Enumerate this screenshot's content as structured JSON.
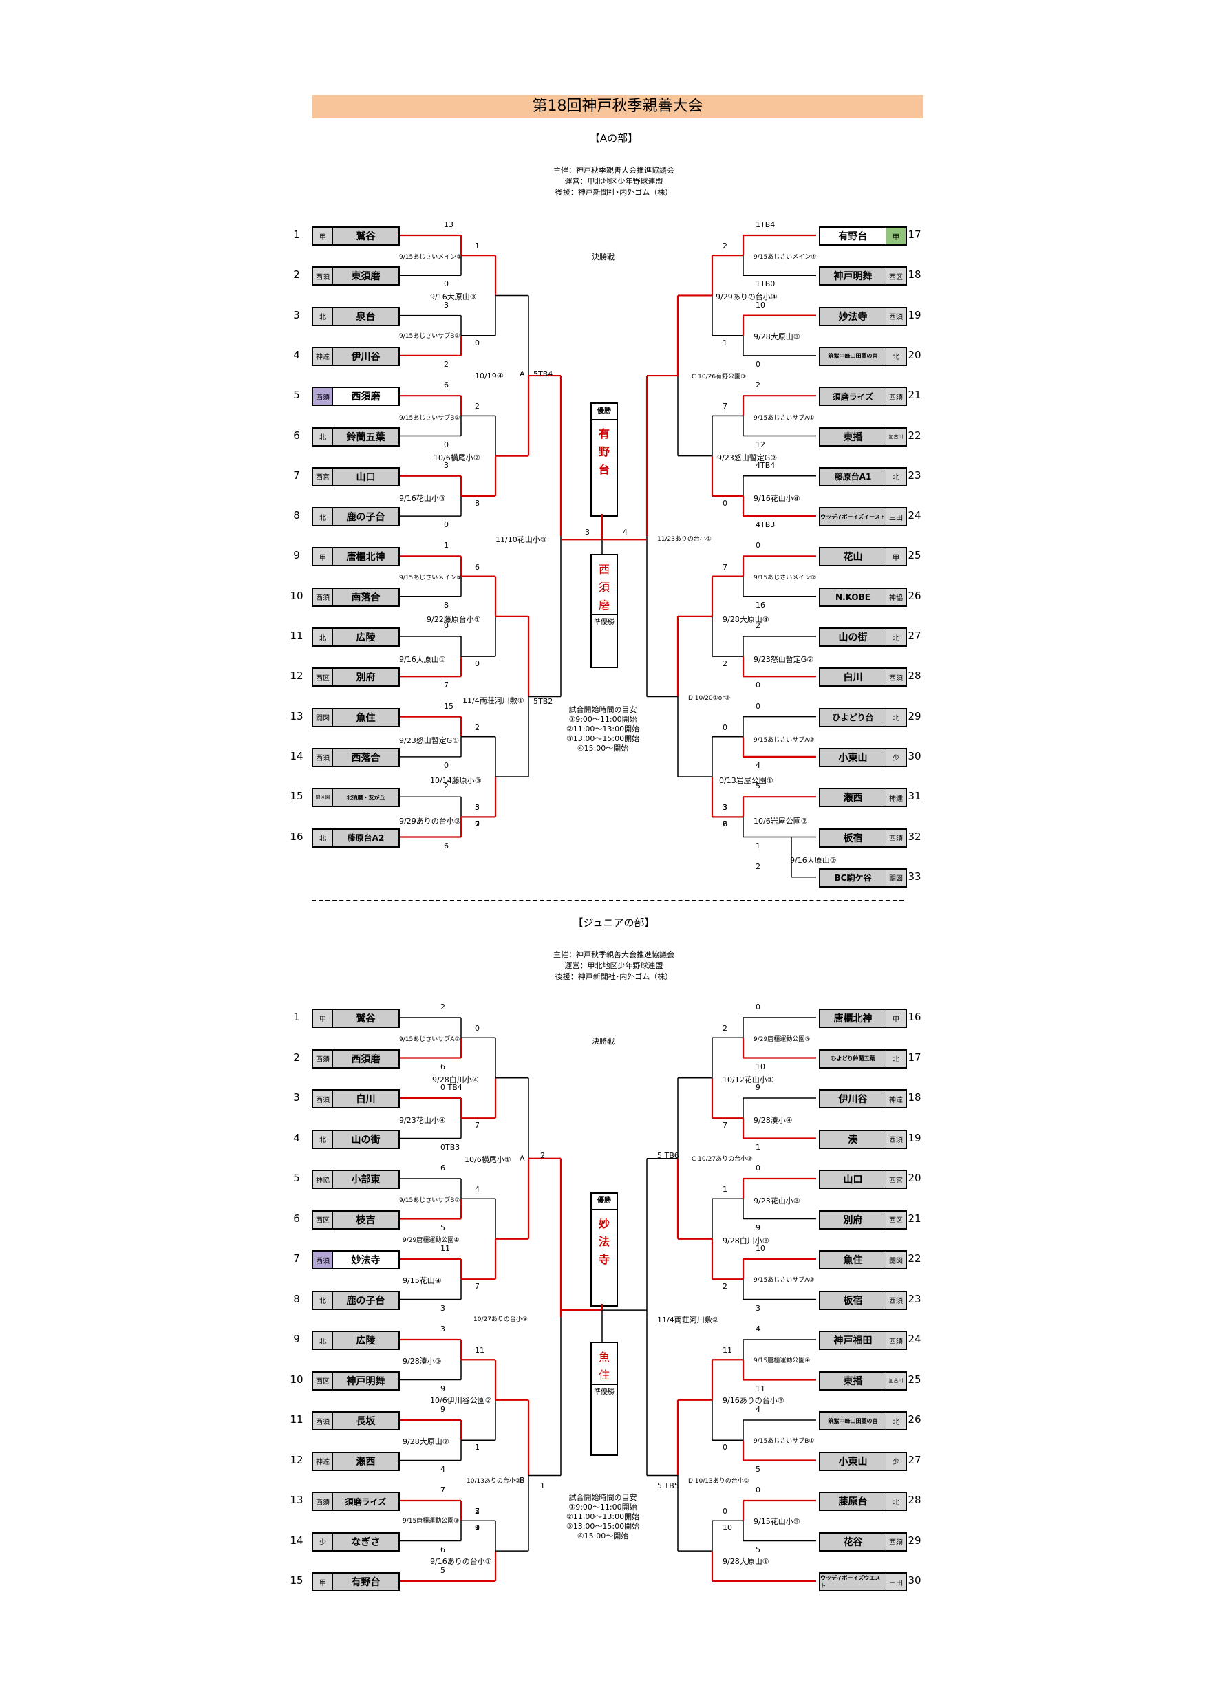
{
  "title": "第18回神戸秋季親善大会",
  "orgs": [
    "主催：神戸秋季親善大会推進協議会",
    "運営：甲北地区少年野球連盟",
    "後援：神戸新聞社･内外ゴム（株）"
  ],
  "final_label": "決勝戦",
  "start_times": [
    "試合開始時間の目安",
    "①9:00～11:00開始",
    "②11:00～13:00開始",
    "③13:00～15:00開始",
    "④15:00～開始"
  ],
  "champion_header": "優勝",
  "runnerup_footer": "準優勝",
  "a": {
    "title": "【Aの部】",
    "champion": "有野台",
    "runnerup": "西須磨",
    "left": [
      {
        "seed": "1",
        "reg": "甲",
        "name": "鷲谷"
      },
      {
        "seed": "2",
        "reg": "西須",
        "name": "東須磨"
      },
      {
        "seed": "3",
        "reg": "北",
        "name": "泉台"
      },
      {
        "seed": "4",
        "reg": "神達",
        "name": "伊川谷"
      },
      {
        "seed": "5",
        "reg": "西須",
        "name": "西須磨"
      },
      {
        "seed": "6",
        "reg": "北",
        "name": "鈴蘭五葉"
      },
      {
        "seed": "7",
        "reg": "西宮",
        "name": "山口"
      },
      {
        "seed": "8",
        "reg": "北",
        "name": "鹿の子台"
      },
      {
        "seed": "9",
        "reg": "甲",
        "name": "唐櫃北神"
      },
      {
        "seed": "10",
        "reg": "西須",
        "name": "南落合"
      },
      {
        "seed": "11",
        "reg": "北",
        "name": "広陵"
      },
      {
        "seed": "12",
        "reg": "西区",
        "name": "別府"
      },
      {
        "seed": "13",
        "reg": "闘図",
        "name": "魚住"
      },
      {
        "seed": "14",
        "reg": "西須",
        "name": "西落合"
      },
      {
        "seed": "15",
        "reg": "闘区園",
        "name": "北須磨・友が丘"
      },
      {
        "seed": "16",
        "reg": "北",
        "name": "藤原台A2"
      }
    ],
    "right": [
      {
        "seed": "17",
        "reg": "甲",
        "name": "有野台"
      },
      {
        "seed": "18",
        "reg": "西区",
        "name": "神戸明舞"
      },
      {
        "seed": "19",
        "reg": "西須",
        "name": "妙法寺"
      },
      {
        "seed": "20",
        "reg": "北",
        "name": "筑紫中峰山田藍の宮"
      },
      {
        "seed": "21",
        "reg": "西須",
        "name": "須磨ライズ"
      },
      {
        "seed": "22",
        "reg": "加古川",
        "name": "東播"
      },
      {
        "seed": "23",
        "reg": "北",
        "name": "藤原台A1"
      },
      {
        "seed": "24",
        "reg": "三田",
        "name": "ウッディボーイズイースト"
      },
      {
        "seed": "25",
        "reg": "甲",
        "name": "花山"
      },
      {
        "seed": "26",
        "reg": "神協",
        "name": "N.KOBE"
      },
      {
        "seed": "27",
        "reg": "北",
        "name": "山の街"
      },
      {
        "seed": "28",
        "reg": "西須",
        "name": "白川"
      },
      {
        "seed": "29",
        "reg": "北",
        "name": "ひよどり台"
      },
      {
        "seed": "30",
        "reg": "少",
        "name": "小東山"
      },
      {
        "seed": "31",
        "reg": "神達",
        "name": "瀬西"
      },
      {
        "seed": "32",
        "reg": "西須",
        "name": "板宿"
      },
      {
        "seed": "33",
        "reg": "闘図",
        "name": "BC駒ケ谷"
      }
    ],
    "scores_left": [
      "13",
      "0",
      "3",
      "2",
      "6",
      "0",
      "3",
      "0",
      "1",
      "8",
      "0",
      "7",
      "15",
      "0",
      "2",
      "6"
    ],
    "scores_left_r2": [
      "1",
      "0",
      "2",
      "8",
      "6",
      "0",
      "2",
      "7",
      "3",
      "7",
      "5",
      "0"
    ],
    "scores_right": [
      "1TB4",
      "1TB0",
      "10",
      "0",
      "2",
      "12",
      "4TB4",
      "4TB3",
      "0",
      "16",
      "2",
      "0",
      "0",
      "4",
      "5",
      "1",
      "2"
    ],
    "scores_right_r2": [
      "2",
      "1",
      "7",
      "0",
      "7",
      "2",
      "0",
      "2",
      "3",
      "6",
      "3"
    ],
    "semi_left": [
      "5TB4",
      "5TB2",
      "3"
    ],
    "semi_right": [
      "4"
    ],
    "match_left": [
      "9/15あじさいメイン①",
      "9/16大原山③",
      "9/15あじさいサブB③",
      "10/19④",
      "9/15あじさいサブB③",
      "10/6横尾小②",
      "9/16花山小③",
      "11/10花山小③",
      "9/15あじさいメイン①",
      "9/22藤原台小①",
      "9/16大原山①",
      "11/4両荘河川敷①",
      "9/23怒山暫定G①",
      "10/14藤原小③",
      "9/29ありの台小③"
    ],
    "match_right": [
      "9/15あじさいメイン④",
      "9/29ありの台小④",
      "9/28大原山③",
      "C 10/26有野公園③",
      "9/15あじさいサブA①",
      "9/23怒山暫定G②",
      "9/16花山小④",
      "11/23ありの台小①",
      "9/15あじさいメイン②",
      "9/28大原山④",
      "9/23怒山暫定G②",
      "D 10/20①or②",
      "9/15あじさいサブA②",
      "0/13岩屋公園①",
      "10/6岩屋公園②",
      "9/16大原山②"
    ],
    "letter_a": "A"
  },
  "j": {
    "title": "【ジュニアの部】",
    "champion": "妙法寺",
    "runnerup": "魚住",
    "left": [
      {
        "seed": "1",
        "reg": "甲",
        "name": "鷲谷"
      },
      {
        "seed": "2",
        "reg": "西須",
        "name": "西須磨"
      },
      {
        "seed": "3",
        "reg": "西須",
        "name": "白川"
      },
      {
        "seed": "4",
        "reg": "北",
        "name": "山の街"
      },
      {
        "seed": "5",
        "reg": "神協",
        "name": "小部東"
      },
      {
        "seed": "6",
        "reg": "西区",
        "name": "枝吉"
      },
      {
        "seed": "7",
        "reg": "西須",
        "name": "妙法寺"
      },
      {
        "seed": "8",
        "reg": "北",
        "name": "鹿の子台"
      },
      {
        "seed": "9",
        "reg": "北",
        "name": "広陵"
      },
      {
        "seed": "10",
        "reg": "西区",
        "name": "神戸明舞"
      },
      {
        "seed": "11",
        "reg": "西須",
        "name": "長坂"
      },
      {
        "seed": "12",
        "reg": "神達",
        "name": "瀬西"
      },
      {
        "seed": "13",
        "reg": "西須",
        "name": "須磨ライズ"
      },
      {
        "seed": "14",
        "reg": "少",
        "name": "なぎさ"
      },
      {
        "seed": "15",
        "reg": "甲",
        "name": "有野台"
      }
    ],
    "right": [
      {
        "seed": "16",
        "reg": "甲",
        "name": "唐櫃北神"
      },
      {
        "seed": "17",
        "reg": "北",
        "name": "ひよどり鈴蘭五葉"
      },
      {
        "seed": "18",
        "reg": "神達",
        "name": "伊川谷"
      },
      {
        "seed": "19",
        "reg": "西須",
        "name": "湊"
      },
      {
        "seed": "20",
        "reg": "西宮",
        "name": "山口"
      },
      {
        "seed": "21",
        "reg": "西区",
        "name": "別府"
      },
      {
        "seed": "22",
        "reg": "闘図",
        "name": "魚住"
      },
      {
        "seed": "23",
        "reg": "西須",
        "name": "板宿"
      },
      {
        "seed": "24",
        "reg": "西須",
        "name": "神戸福田"
      },
      {
        "seed": "25",
        "reg": "加古川",
        "name": "東播"
      },
      {
        "seed": "26",
        "reg": "北",
        "name": "筑紫中峰山田藍の宮"
      },
      {
        "seed": "27",
        "reg": "少",
        "name": "小東山"
      },
      {
        "seed": "28",
        "reg": "北",
        "name": "藤原台"
      },
      {
        "seed": "29",
        "reg": "西須",
        "name": "花谷"
      },
      {
        "seed": "30",
        "reg": "三田",
        "name": "ウッディボーイズウエスト"
      }
    ],
    "scores_left": [
      "2",
      "6",
      "0 TB4",
      "0TB3",
      "6",
      "5",
      "11",
      "3",
      "3",
      "9",
      "9",
      "4",
      "7",
      "6",
      "5"
    ],
    "scores_left_r2": [
      "0",
      "7",
      "4",
      "7",
      "11",
      "1",
      "2",
      "0",
      "3",
      "9",
      "7",
      "1"
    ],
    "scores_right": [
      "0",
      "10",
      "9",
      "1",
      "0",
      "9",
      "10",
      "3",
      "4",
      "11",
      "4",
      "5",
      "0",
      "5"
    ],
    "scores_right_r2": [
      "2",
      "7",
      "1",
      "2",
      "11",
      "0",
      "0",
      "10"
    ],
    "semi_left": [
      "2",
      "1"
    ],
    "semi_right": [
      "5 TB6",
      "5 TB5"
    ],
    "match_left": [
      "9/15あじさいサブA②",
      "9/28白川小④",
      "9/23花山小④",
      "10/6横尾小①",
      "9/15あじさいサブB②",
      "9/29唐櫃運動公園④",
      "9/15花山④",
      "10/27ありの台小④",
      "9/28湊小③",
      "10/6伊川谷公園②",
      "9/28大原山②",
      "10/13ありの台小②",
      "9/15唐櫃運動公園③",
      "9/16ありの台小①"
    ],
    "match_right": [
      "9/29唐櫃運動公園③",
      "10/12花山小①",
      "9/28湊小④",
      "C 10/27ありの台小③",
      "9/23花山小③",
      "9/28白川小③",
      "9/15あじさいサブA②",
      "11/4両荘河川敷②",
      "9/15唐櫃運動公園④",
      "9/16ありの台小③",
      "9/15あじさいサブB①",
      "D 10/13ありの台小②",
      "9/15花山小③",
      "9/28大原山①"
    ],
    "letter_a": "A",
    "letter_b": "B"
  }
}
